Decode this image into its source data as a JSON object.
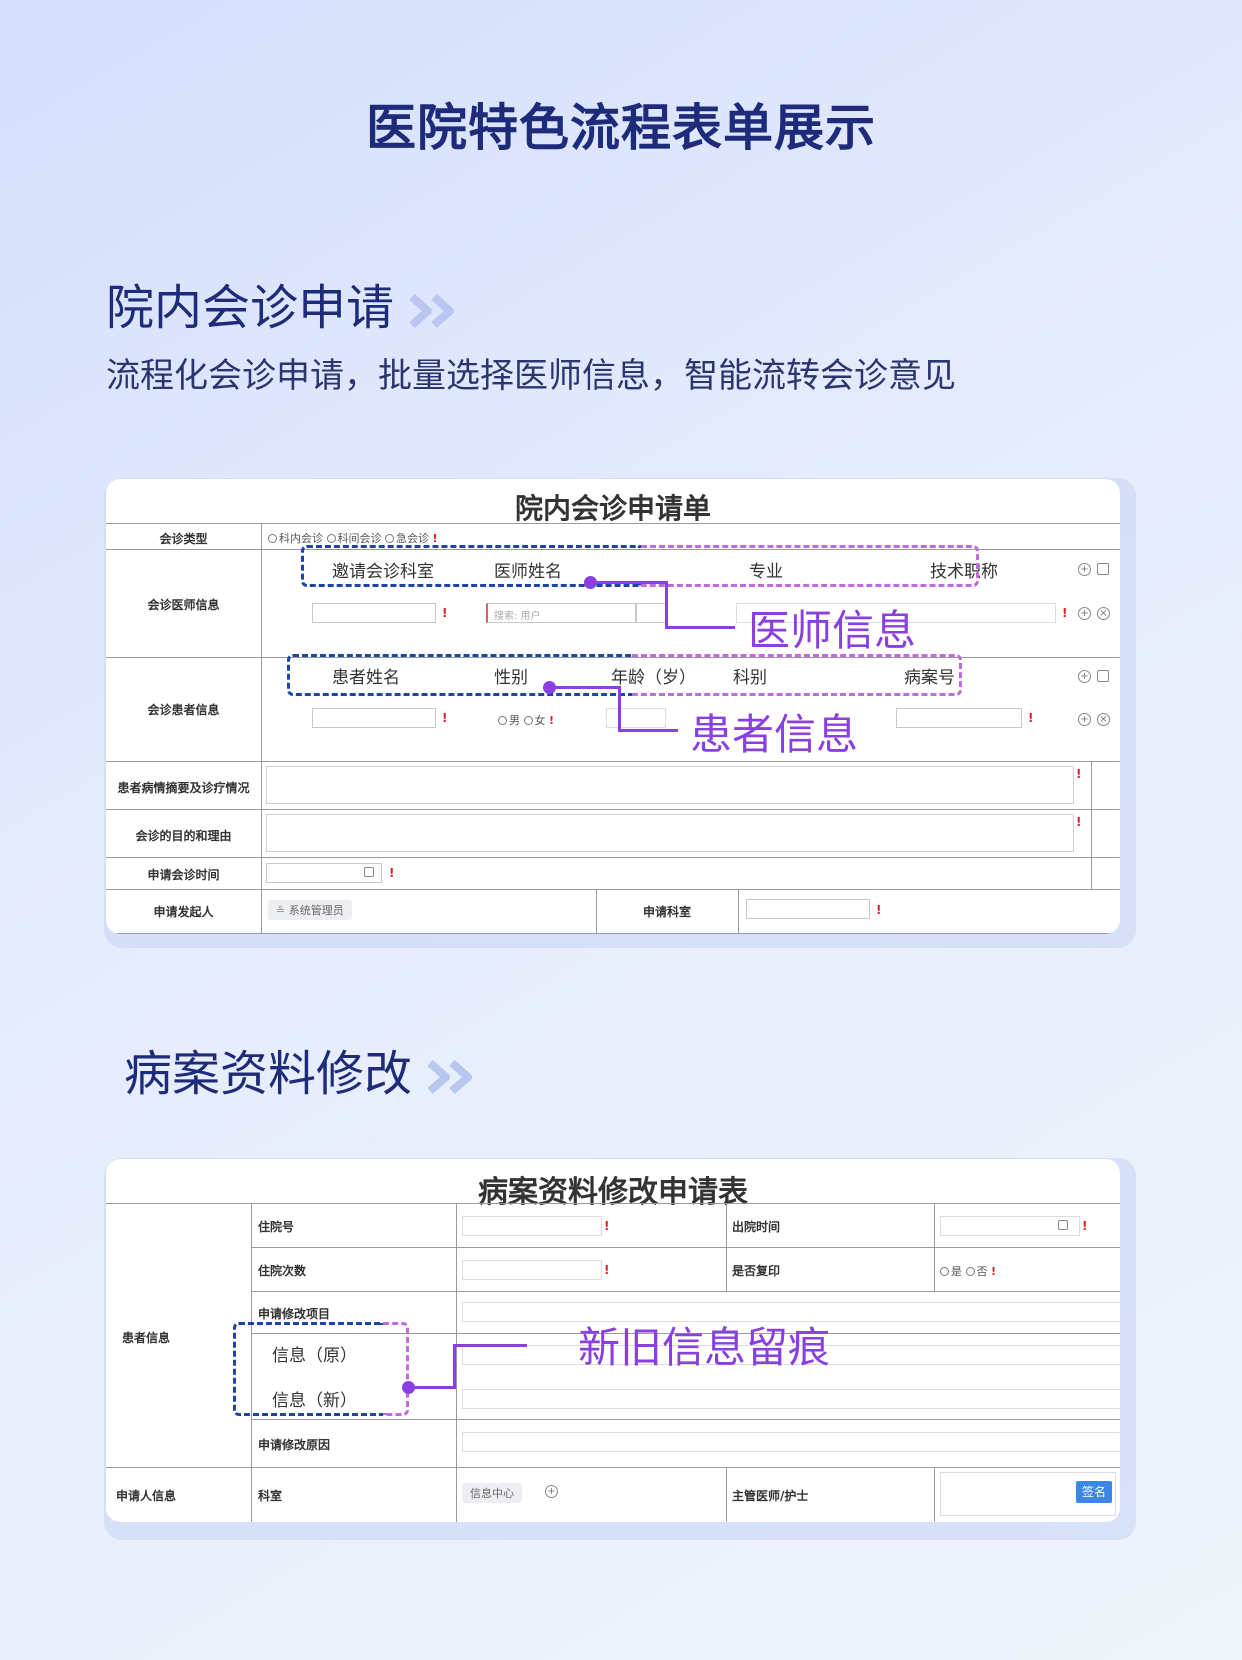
{
  "page": {
    "title": "医院特色流程表单展示"
  },
  "section1": {
    "title": "院内会诊申请",
    "description": "流程化会诊申请，批量选择医师信息，智能流转会诊意见",
    "form": {
      "title": "院内会诊申请单",
      "rows": {
        "type_label": "会诊类型",
        "type_options": [
          "科内会诊",
          "科间会诊",
          "急会诊"
        ],
        "doctor_label": "会诊医师信息",
        "patient_label": "会诊患者信息",
        "summary_label": "患者病情摘要及诊疗情况",
        "purpose_label": "会诊的目的和理由",
        "time_label": "申请会诊时间",
        "initiator_label": "申请发起人",
        "initiator_value": "系统管理员",
        "dept_label": "申请科室"
      },
      "doctor_headers": [
        "邀请会诊科室",
        "医师姓名",
        "专业",
        "技术职称"
      ],
      "doctor_search_placeholder": "搜索: 用户",
      "patient_headers": [
        "患者姓名",
        "性别",
        "年龄（岁）",
        "科别",
        "病案号"
      ],
      "gender_options": [
        "男",
        "女"
      ]
    },
    "callouts": {
      "doctor": "医师信息",
      "patient": "患者信息"
    }
  },
  "section2": {
    "title": "病案资料修改",
    "form": {
      "title": "病案资料修改申请表",
      "patient_group_label": "患者信息",
      "fields": {
        "admission_no": "住院号",
        "discharge_time": "出院时间",
        "admission_count": "住院次数",
        "copied": "是否复印",
        "copied_options": [
          "是",
          "否"
        ],
        "modify_item": "申请修改项目",
        "info_old": "信息（原）",
        "info_new": "信息（新）",
        "modify_reason": "申请修改原因",
        "applicant_label": "申请人信息",
        "dept": "科室",
        "dept_value": "信息中心",
        "doctor_nurse": "主管医师/护士",
        "sign_button": "签名"
      }
    },
    "callout": "新旧信息留痕"
  },
  "colors": {
    "title": "#1d2b7a",
    "callout": "#8a3fe0",
    "dash_blue": "#1b46a8",
    "dash_purple": "#c06ae0",
    "required": "#e02020"
  }
}
